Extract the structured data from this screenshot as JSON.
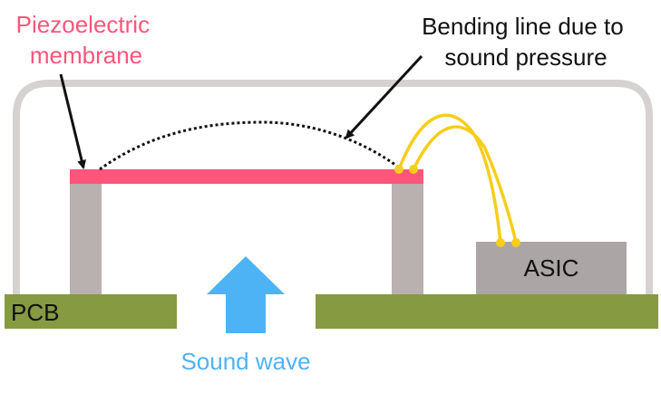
{
  "labels": {
    "membrane": [
      "Piezoelectric",
      "membrane"
    ],
    "bending": [
      "Bending line due to",
      "sound pressure"
    ],
    "asic": "ASIC",
    "pcb": "PCB",
    "sound_wave": "Sound wave"
  },
  "colors": {
    "background": "#ffffff",
    "housing": "#d6d2d2",
    "membrane": "#ff557a",
    "membrane_label": "#ff557a",
    "pillars": "#b9b0b0",
    "asic_block": "#aca5a5",
    "pcb": "#869a42",
    "sound_arrow": "#4db3f4",
    "sound_label": "#4db3f4",
    "bond_wire": "#f6cd1c",
    "dark_text": "#111111"
  }
}
